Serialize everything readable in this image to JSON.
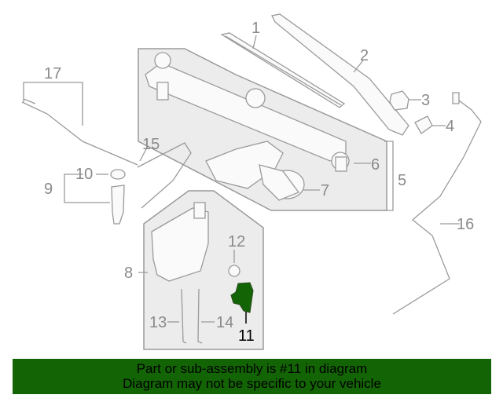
{
  "diagram": {
    "labels": [
      "1",
      "2",
      "3",
      "4",
      "5",
      "6",
      "7",
      "8",
      "9",
      "10",
      "11",
      "12",
      "13",
      "14",
      "15",
      "16",
      "17"
    ],
    "highlighted_part": "11",
    "highlight_color": "#136405"
  },
  "banner": {
    "line1": "Part or sub-assembly is #11 in diagram",
    "line2": "Diagram may not be specific to your vehicle",
    "background": "#136405"
  }
}
